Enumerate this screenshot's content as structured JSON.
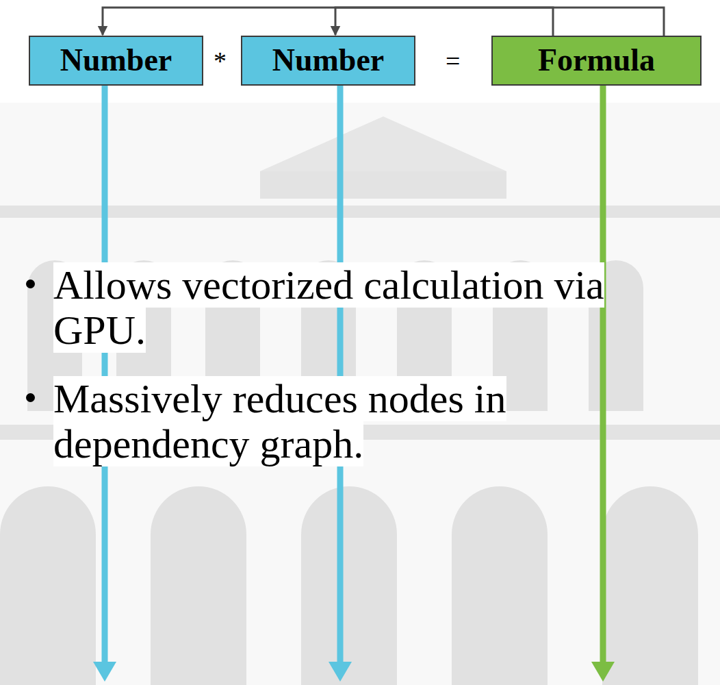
{
  "diagram": {
    "nodes": [
      {
        "text": [
          "Number"
        ]
      },
      {
        "text": [
          "Number"
        ]
      },
      {
        "text": [
          "Formula"
        ]
      }
    ],
    "edges": [
      {
        "from": 2,
        "to": 0,
        "arrow": "to"
      },
      {
        "from": 2,
        "to": 1,
        "arrow": "to"
      }
    ],
    "labels": [
      "*",
      "=",
      "Allows vectorized calculation via GPU.",
      "Massively reduces nodes in dependency graph."
    ]
  }
}
